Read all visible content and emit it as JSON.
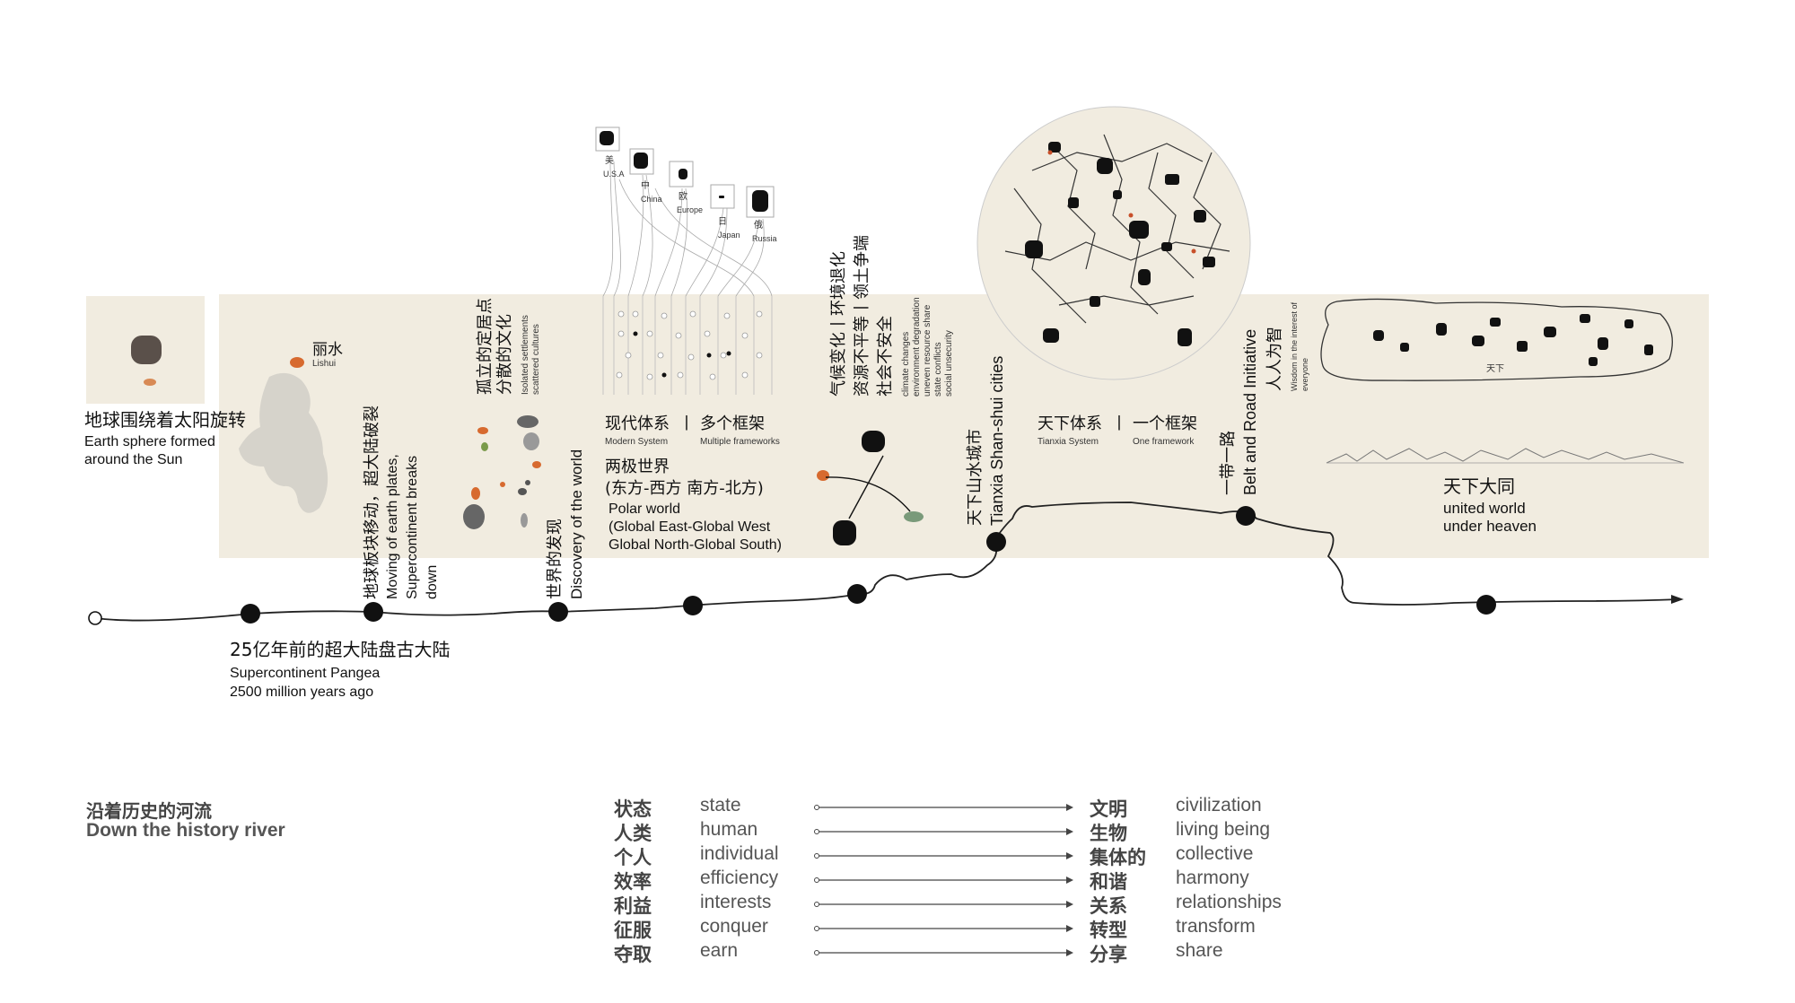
{
  "stages": {
    "sun": {
      "cn": "地球围绕着太阳旋转",
      "en1": "Earth sphere formed",
      "en2": "around the Sun"
    },
    "lishui": {
      "cn": "丽水",
      "en": "Lishui"
    },
    "pangea": {
      "cn": "25亿年前的超大陆盘古大陆",
      "en1": "Supercontinent Pangea",
      "en2": "2500 million years ago"
    },
    "plates": {
      "cn": "地球板块移动，超大陆破裂",
      "en1": "Moving of earth plates,",
      "en2": "Supercontinent breaks",
      "en3": "down"
    },
    "isolated": {
      "cn1": "孤立的定居点",
      "cn2": "分散的文化",
      "en1": "Isolated settlements",
      "en2": "scattered cultures"
    },
    "discovery": {
      "cn": "世界的发现",
      "en": "Discovery of the world"
    },
    "modern": {
      "cn_a": "现代体系",
      "cn_b": "多个框架",
      "en_a": "Modern System",
      "en_b": "Multiple frameworks"
    },
    "powers": [
      {
        "cn": "美",
        "en": "U.S.A"
      },
      {
        "cn": "中",
        "en": "China"
      },
      {
        "cn": "欧",
        "en": "Europe"
      },
      {
        "cn": "日",
        "en": "Japan"
      },
      {
        "cn": "俄",
        "en": "Russia"
      }
    ],
    "polar": {
      "cn1": "两极世界",
      "cn2": "(东方-西方 南方-北方)",
      "en1": "Polar world",
      "en2": "(Global East-Global West",
      "en3": "Global North-Global South)"
    },
    "climate": {
      "cn1": "气候变化丨环境退化",
      "cn2": "资源不平等丨领土争端",
      "cn3": "社会不安全",
      "en1": "climate changes",
      "en2": "environment degradation",
      "en3": "uneven resource share",
      "en4": "state conflicts",
      "en5": "social unsecurity"
    },
    "tianxia_cities": {
      "cn": "天下山水城市",
      "en": "Tianxia Shan-shui cities"
    },
    "tianxia_system": {
      "cn_a": "天下体系",
      "cn_b": "一个框架",
      "en_a": "Tianxia System",
      "en_b": "One framework"
    },
    "belt": {
      "cn": "一带一路",
      "en": "Belt and Road Initiative"
    },
    "wisdom": {
      "cn": "人人为智",
      "en1": "Wisdom in the interest of",
      "en2": "everyone"
    },
    "tianxia_label": "天下",
    "datong": {
      "cn": "天下大同",
      "en1": "united world",
      "en2": "under heaven"
    },
    "separator": "丨"
  },
  "legend": {
    "title_cn": "沿着历史的河流",
    "title_en": "Down the history river",
    "rows": [
      {
        "from_cn": "状态",
        "from_en": "state",
        "to_cn": "文明",
        "to_en": "civilization"
      },
      {
        "from_cn": "人类",
        "from_en": "human",
        "to_cn": "生物",
        "to_en": "living being"
      },
      {
        "from_cn": "个人",
        "from_en": "individual",
        "to_cn": "集体的",
        "to_en": "collective"
      },
      {
        "from_cn": "效率",
        "from_en": "efficiency",
        "to_cn": "和谐",
        "to_en": "harmony"
      },
      {
        "from_cn": "利益",
        "from_en": "interests",
        "to_cn": "关系",
        "to_en": "relationships"
      },
      {
        "from_cn": "征服",
        "from_en": "conquer",
        "to_cn": "转型",
        "to_en": "transform"
      },
      {
        "from_cn": "夺取",
        "from_en": "earn",
        "to_cn": "分享",
        "to_en": "share"
      }
    ]
  },
  "colors": {
    "band": "#f1ece0",
    "ink": "#111111",
    "accent": "#c8502a",
    "grey": "#d6d3cb"
  }
}
